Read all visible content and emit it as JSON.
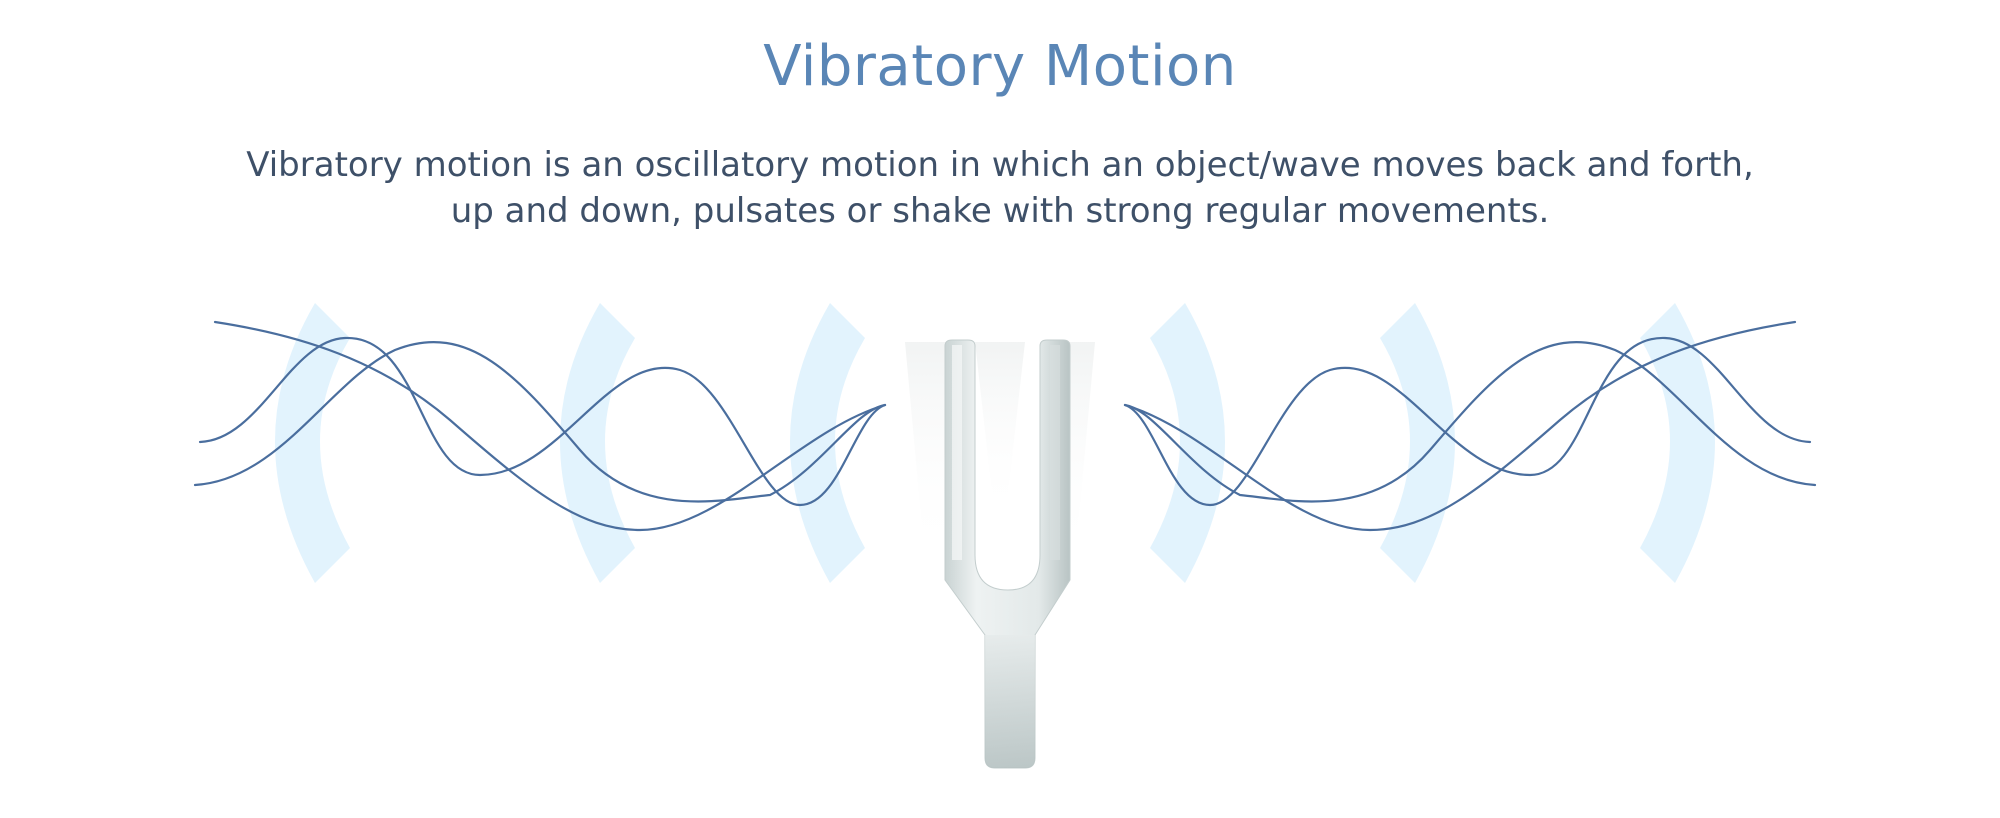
{
  "header": {
    "title": "Vibratory Motion"
  },
  "description": {
    "line1": "Vibratory motion is an oscillatory motion in which an object/wave moves back and forth,",
    "line2": "up and down, pulsates or shake with strong regular movements."
  },
  "diagram": {
    "center_object": "tuning-fork",
    "left_sound_arcs": 3,
    "right_sound_arcs": 3,
    "waves_per_side": 3,
    "colors": {
      "title": "#5a86b6",
      "text": "#3e5068",
      "wave": "#4a6e9e",
      "arc": "#e2f3fd",
      "fork_light": "#eef1f1",
      "fork_dark": "#b9c4c4"
    }
  }
}
